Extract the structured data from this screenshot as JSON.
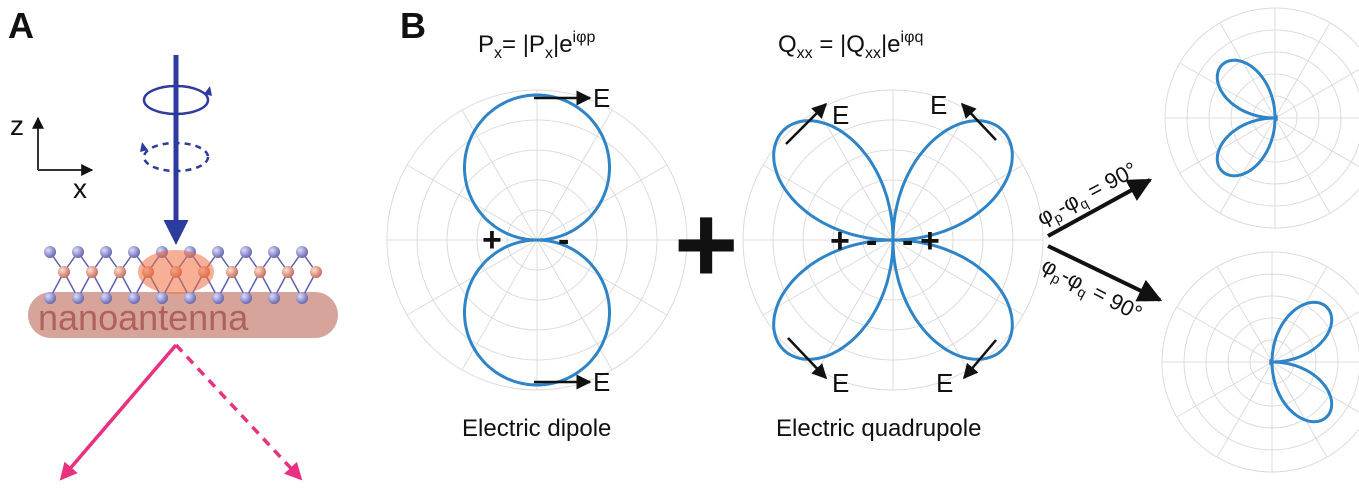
{
  "panels": {
    "a": "A",
    "b": "B"
  },
  "panel_a": {
    "axis_z": "z",
    "axis_x": "x",
    "substrate_label": "nanoantenna",
    "colors": {
      "beam": "#2e3b9e",
      "emission": "#e8327f",
      "substrate": "#c9867a",
      "hotspot": "#f07040"
    }
  },
  "dipole": {
    "formula_main": "P",
    "formula_sub": "x",
    "formula_mid": "= |P",
    "formula_mid_sub": "x",
    "formula_tail": "|e",
    "formula_sup": "iφp",
    "field_label_top": "E",
    "field_label_bottom": "E",
    "plus": "+",
    "minus": "-",
    "caption": "Electric dipole"
  },
  "combine_sign": "+",
  "quadrupole": {
    "formula_main": "Q",
    "formula_sub": "xx",
    "formula_mid": " = |Q",
    "formula_mid_sub": "xx",
    "formula_tail": "|e",
    "formula_sup": "iφq",
    "field_labels": [
      "E",
      "E",
      "E",
      "E"
    ],
    "plus_left": "+",
    "minus_left": "-",
    "minus_right": "-",
    "plus_right": "+",
    "caption": "Electric  quadrupole"
  },
  "conditions": {
    "upper": {
      "phi": "φ",
      "sub1": "p",
      "dash": "-φ",
      "sub2": "q",
      "tail": " = 90°"
    },
    "lower": {
      "phi": "φ",
      "sub1": "p",
      "dash": "-φ",
      "sub2": "q",
      "tail": " = 90°"
    }
  },
  "colors": {
    "lobe": "#2f84c8",
    "grid": "#dcdcdc",
    "text": "#111111"
  }
}
